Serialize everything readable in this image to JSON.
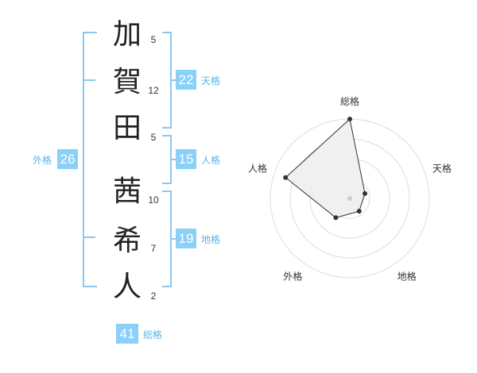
{
  "name": {
    "characters": [
      {
        "char": "加",
        "strokes": "5"
      },
      {
        "char": "賀",
        "strokes": "12"
      },
      {
        "char": "田",
        "strokes": "5"
      },
      {
        "char": "茜",
        "strokes": "10"
      },
      {
        "char": "希",
        "strokes": "7"
      },
      {
        "char": "人",
        "strokes": "2"
      }
    ]
  },
  "fortunes": {
    "tenkaku": {
      "value": "22",
      "label": "天格"
    },
    "jinkaku": {
      "value": "15",
      "label": "人格"
    },
    "chikaku": {
      "value": "19",
      "label": "地格"
    },
    "gaikaku": {
      "value": "26",
      "label": "外格"
    },
    "soukaku": {
      "value": "41",
      "label": "総格"
    }
  },
  "colors": {
    "accent": "#8ad0f8",
    "bracket": "#8ec8ee",
    "label": "#5ab4e6",
    "radar_fill": "#eeeeee",
    "radar_stroke": "#333333",
    "ring": "#dddddd"
  },
  "chart_data": {
    "type": "radar",
    "axes": [
      "総格",
      "天格",
      "地格",
      "外格",
      "人格"
    ],
    "values": [
      1.0,
      0.2,
      0.2,
      0.3,
      0.85
    ],
    "range": [
      0,
      1
    ],
    "rings": 4
  }
}
